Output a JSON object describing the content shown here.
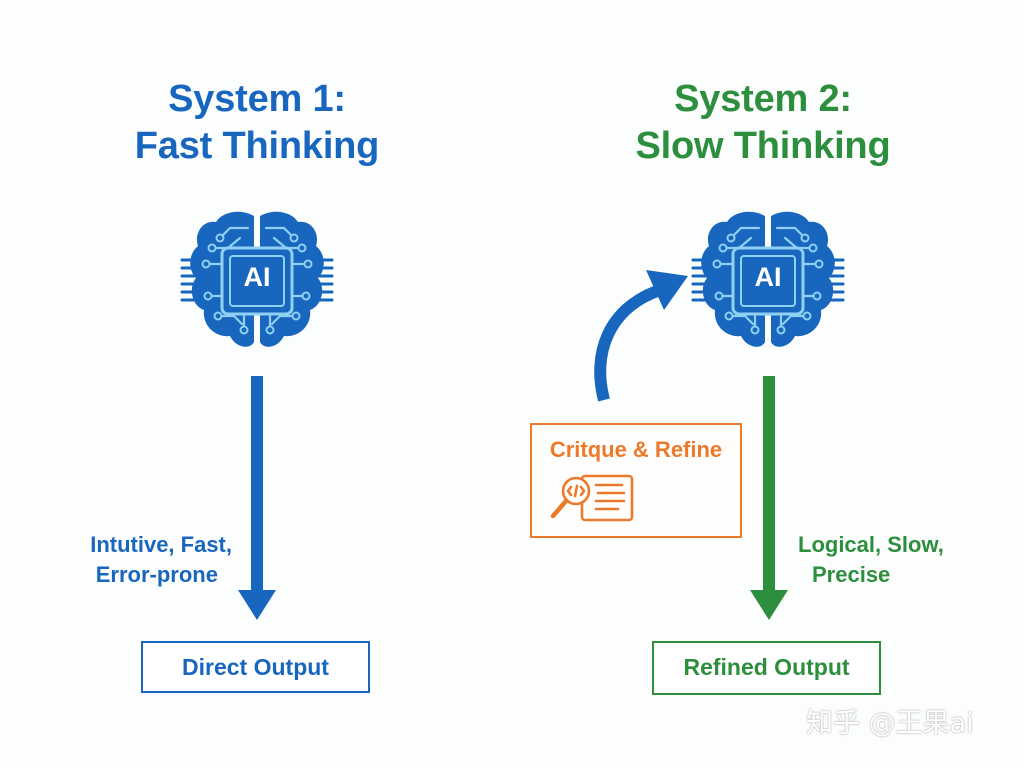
{
  "system1": {
    "title_line1": "System 1:",
    "title_line2": "Fast Thinking",
    "brain_label": "AI",
    "description_line1": "Intutive, Fast,",
    "description_line2": "Error-prone",
    "output_label": "Direct Output",
    "color": "#1966be"
  },
  "system2": {
    "title_line1": "System 2:",
    "title_line2": "Slow Thinking",
    "brain_label": "AI",
    "description_line1": "Logical, Slow,",
    "description_line2": "Precise",
    "output_label": "Refined Output",
    "feedback_label": "Critque & Refine",
    "color": "#2d8f3e",
    "feedback_color": "#ec7a2b"
  },
  "watermark": "知乎 @王果ai"
}
